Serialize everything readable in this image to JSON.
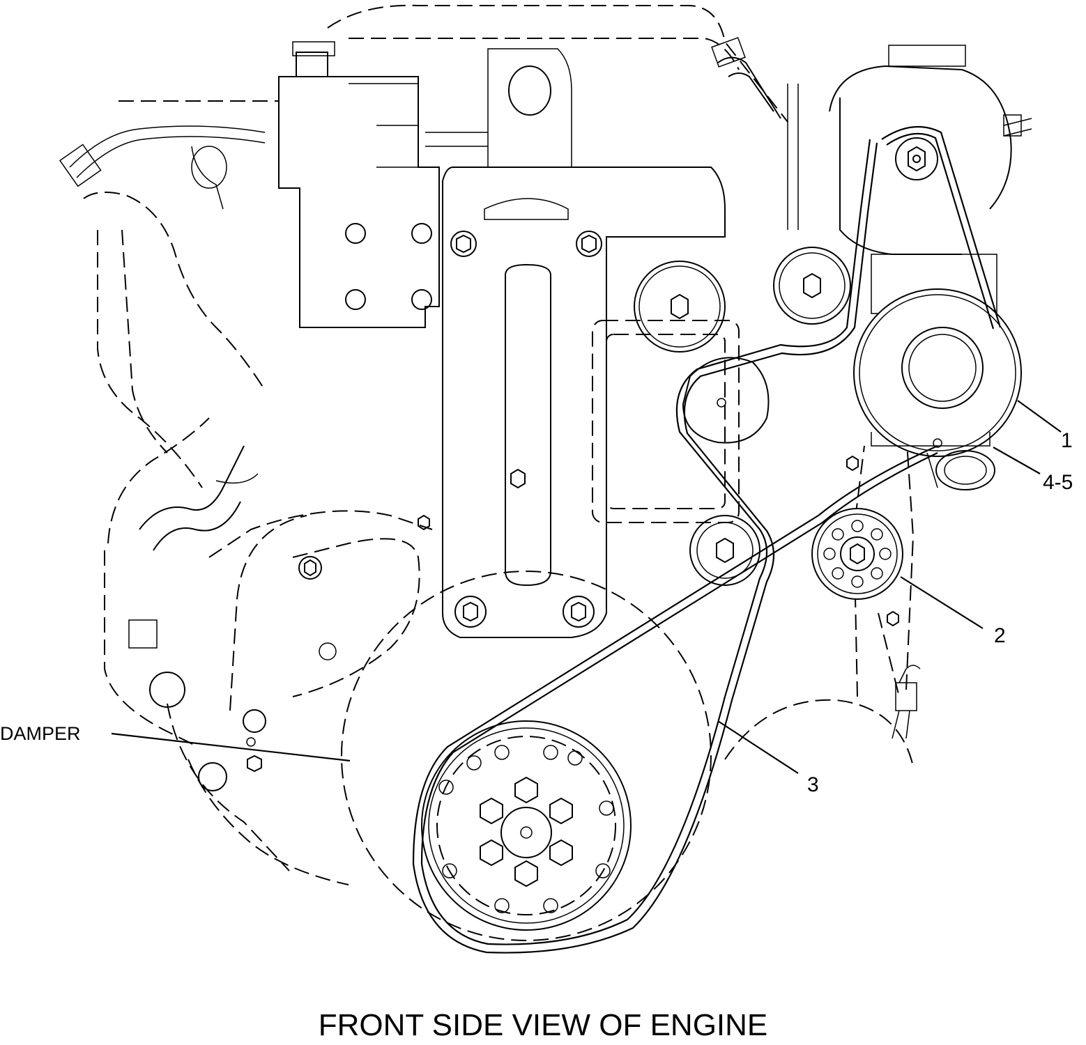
{
  "diagram": {
    "caption": "FRONT SIDE VIEW OF ENGINE",
    "callouts": {
      "item_1": "1",
      "item_2": "2",
      "item_3": "3",
      "item_4_5": "4-5",
      "damper": "DAMPER"
    }
  }
}
